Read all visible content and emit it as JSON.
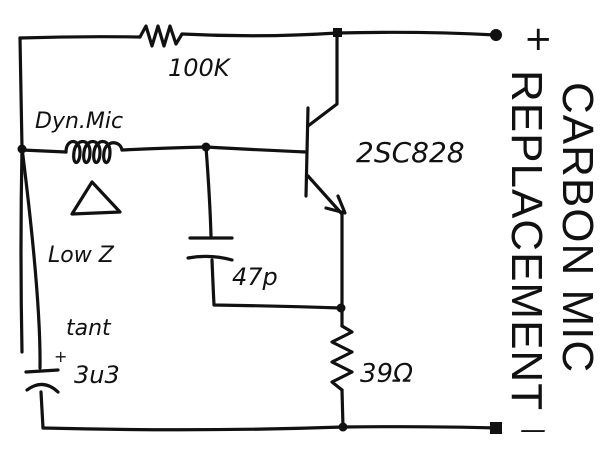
{
  "labels": {
    "r_feedback": "100K",
    "mic_label": "Dyn.Mic",
    "mic_impedance": "Low Z",
    "transistor": "2SC828",
    "capacitor_c1": "47p",
    "cap_type": "tant",
    "capacitor_c2": "3u3",
    "r_emitter": "39Ω",
    "plus_terminal": "+",
    "minus_terminal": "—",
    "cap_polarity": "+"
  },
  "title": {
    "line1": "CARBON MIC",
    "line2": "REPLACEMENT"
  },
  "colors": {
    "ink": "#111111",
    "paper": "#ffffff"
  }
}
